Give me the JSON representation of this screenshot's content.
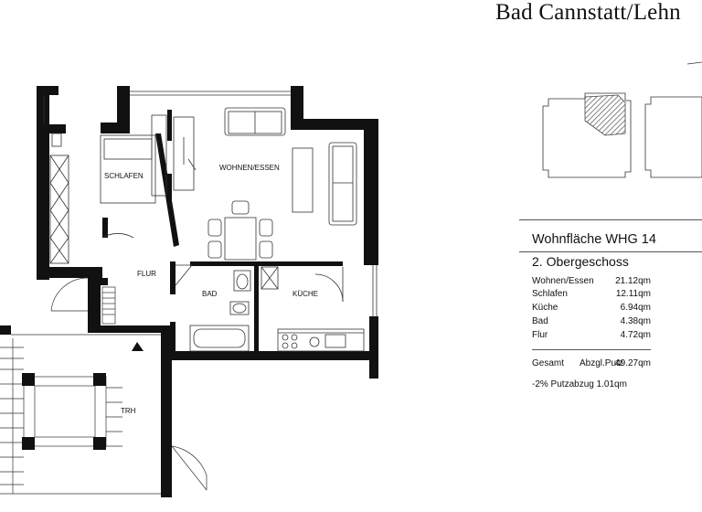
{
  "header": {
    "title": "Bad Cannstatt/Lehn"
  },
  "plan": {
    "rooms": {
      "schlafen": "SCHLAFEN",
      "wohnen": "WOHNEN/ESSEN",
      "flur": "FLUR",
      "bad": "BAD",
      "kueche": "KÜCHE",
      "trh": "TRH"
    }
  },
  "info": {
    "heading": "Wohnfläche WHG 14",
    "floor": "2. Obergeschoss",
    "rooms": [
      {
        "name": "Wohnen/Essen",
        "area": "21.12qm"
      },
      {
        "name": "Schlafen",
        "area": "12.11qm"
      },
      {
        "name": "Küche",
        "area": "6.94qm"
      },
      {
        "name": "Bad",
        "area": "4.38qm"
      },
      {
        "name": "Flur",
        "area": "4.72qm"
      }
    ],
    "total_label": "Gesamt",
    "total_note": "Abzgl.Putz",
    "total_value": "49.27qm",
    "deduction": "-2% Putzabzug 1.01qm"
  },
  "colors": {
    "wall": "#111111",
    "line": "#333333",
    "hatch": "#777777"
  }
}
